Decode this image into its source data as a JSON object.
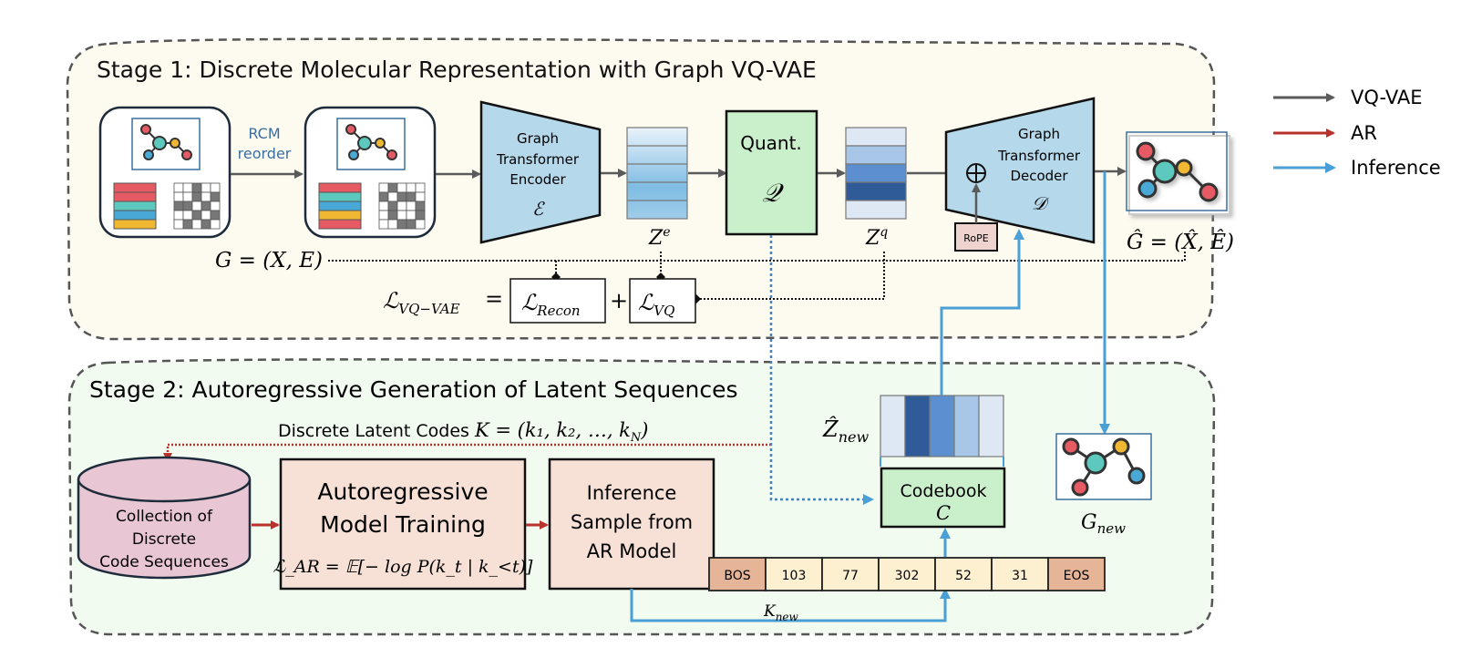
{
  "stage1": {
    "title": "Stage 1: Discrete Molecular Representation with Graph VQ-VAE",
    "reorder_label_1": "RCM",
    "reorder_label_2": "reorder",
    "encoder": {
      "line1": "Graph",
      "line2": "Transformer",
      "line3": "Encoder",
      "symbol": "ℰ"
    },
    "ze_label": "Z",
    "ze_sup": "e",
    "quant": {
      "title": "Quant.",
      "symbol": "𝒬"
    },
    "zq_label": "Z",
    "zq_sup": "q",
    "decoder": {
      "line1": "Graph",
      "line2": "Transformer",
      "line3": "Decoder",
      "symbol": "𝒟"
    },
    "rope_label": "RoPE",
    "plus_symbol": "⊕",
    "input_graph_label": "G = (X, E)",
    "output_graph_label": "Ĝ = (X̂, Ê)",
    "loss": {
      "lhs_main": "ℒ",
      "lhs_sub": "VQ−VAE",
      "equals": "=",
      "recon_main": "ℒ",
      "recon_sub": "Recon",
      "plus": "+",
      "vq_main": "ℒ",
      "vq_sub": "VQ"
    }
  },
  "legend": {
    "items": [
      {
        "label": "VQ-VAE",
        "color": "#5a5a5a"
      },
      {
        "label": "AR",
        "color": "#b8312a"
      },
      {
        "label": "Inference",
        "color": "#4a9fd4"
      }
    ]
  },
  "stage2": {
    "title": "Stage 2: Autoregressive Generation of Latent Sequences",
    "latent_codes_text": "Discrete Latent Codes ",
    "latent_codes_math": "K = (k₁, k₂, …, k",
    "latent_codes_sub": "N",
    "latent_codes_close": ")",
    "collection": {
      "line1": "Collection of",
      "line2": "Discrete",
      "line3": "Code Sequences"
    },
    "ar_training": {
      "line1": "Autoregressive",
      "line2": "Model Training",
      "formula": "ℒ_AR = 𝔼[− log P(k_t | k_<t)]"
    },
    "inference": {
      "line1": "Inference",
      "line2": "Sample from",
      "line3": "AR Model"
    },
    "znew_main": "Ẑ",
    "znew_sub": "new",
    "codebook": {
      "title": "Codebook",
      "symbol": "C"
    },
    "gnew_main": "G",
    "gnew_sub": "new",
    "knew_main": "K",
    "knew_sub": "new",
    "tokens": [
      "BOS",
      "103",
      "77",
      "302",
      "52",
      "31",
      "EOS"
    ]
  },
  "colors": {
    "stage1_bg": "#fdfbf0",
    "stage2_bg": "#f1fbef",
    "encoder_fill": "#b5d8ea",
    "quant_fill": "#c9efcb",
    "rope_fill": "#efd3cf",
    "ar_box_fill": "#f7e1d7",
    "cylinder_fill": "#e8c6d4",
    "token_fill": "#fdf0d0",
    "token_special_fill": "#e6b597",
    "vqvae_arrow": "#5a5a5a",
    "ar_arrow": "#b8312a",
    "inference_arrow": "#4a9fd4"
  }
}
